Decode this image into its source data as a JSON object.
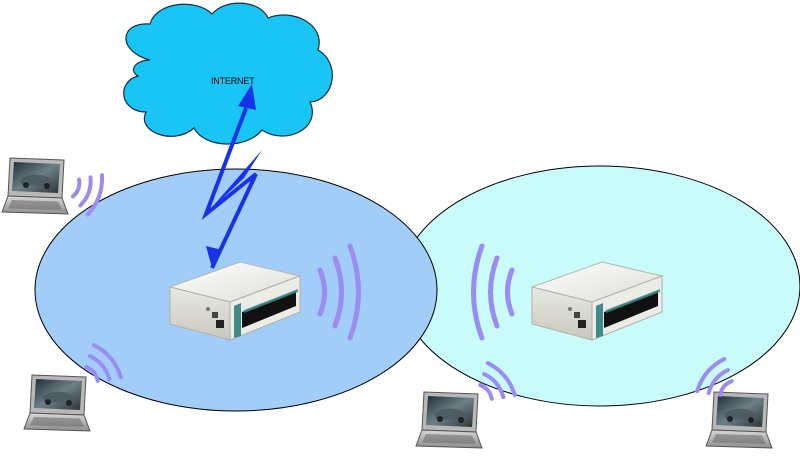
{
  "cloud": {
    "label": "INTERNET"
  },
  "colors": {
    "cloud_fill": "#19c5f5",
    "cloud_stroke": "#1a2a40",
    "cell_left_fill": "#a3cdf9",
    "cell_right_fill": "#c9fbfb",
    "signal": "#9b8cf4",
    "link": "#1733e8",
    "router_body": "#f1f1ec",
    "router_accent": "#3d8a88"
  },
  "nodes": {
    "routers": [
      "router-main",
      "router-repeater"
    ],
    "laptops": [
      "laptop-top-left",
      "laptop-bottom-left",
      "laptop-bottom-center",
      "laptop-bottom-right"
    ]
  }
}
